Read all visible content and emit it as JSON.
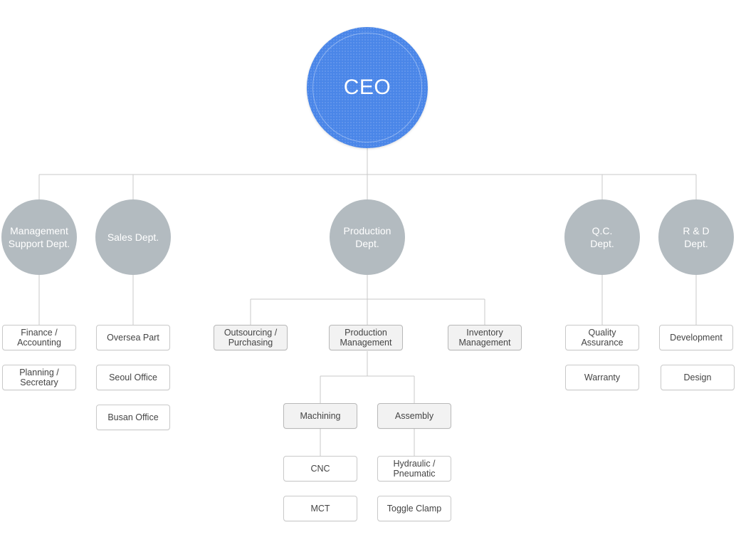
{
  "ceo": {
    "label": "CEO"
  },
  "colors": {
    "ceo": "#4a86e8",
    "department": "#b3bbc0",
    "line": "#c8c8c8",
    "box_border": "#c9c9c9",
    "box_gray": "#f2f2f2"
  },
  "departments": {
    "management": {
      "label": "Management\nSupport Dept.",
      "units": [
        "Finance /\nAccounting",
        "Planning /\nSecretary"
      ]
    },
    "sales": {
      "label": "Sales Dept.",
      "units": [
        "Oversea Part",
        "Seoul Office",
        "Busan Office"
      ]
    },
    "production": {
      "label": "Production\nDept.",
      "units": [
        "Outsourcing /\nPurchasing",
        "Production\nManagement",
        "Inventory\nManagement"
      ],
      "production_management": {
        "machining": {
          "label": "Machining",
          "units": [
            "CNC",
            "MCT"
          ]
        },
        "assembly": {
          "label": "Assembly",
          "units": [
            "Hydraulic /\nPneumatic",
            "Toggle Clamp"
          ]
        }
      }
    },
    "qc": {
      "label": "Q.C.\nDept.",
      "units": [
        "Quality\nAssurance",
        "Warranty"
      ]
    },
    "rnd": {
      "label": "R & D\nDept.",
      "units": [
        "Development",
        "Design"
      ]
    }
  }
}
